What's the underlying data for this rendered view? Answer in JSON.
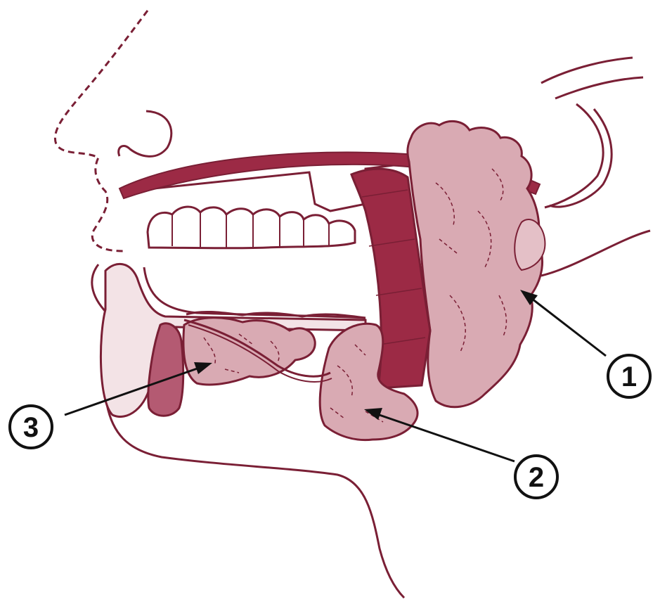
{
  "diagram": {
    "callouts": [
      {
        "id": "1",
        "label": "1",
        "structure": "parotid-gland"
      },
      {
        "id": "2",
        "label": "2",
        "structure": "submandibular-gland"
      },
      {
        "id": "3",
        "label": "3",
        "structure": "sublingual-gland"
      }
    ],
    "colors": {
      "outline": "#7a1f35",
      "gland_fill": "#d9aab3",
      "duct_fill": "#9c2a45",
      "dark_fill": "#b45a72",
      "label_ink": "#111111",
      "background": "#ffffff"
    }
  }
}
